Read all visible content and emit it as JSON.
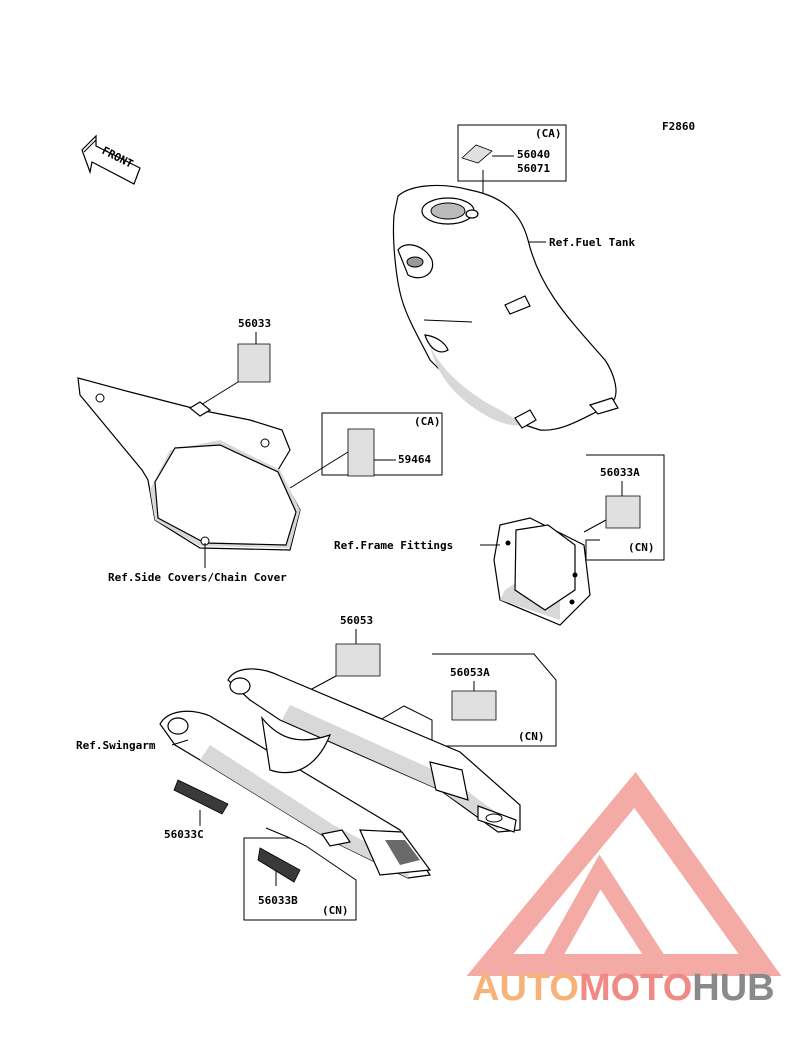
{
  "diagram": {
    "code": "F2860",
    "front_arrow": "FRONT",
    "labels": {
      "ca_fuel": "(CA)",
      "p56040": "56040",
      "p56071": "56071",
      "ref_fuel_tank": "Ref.Fuel Tank",
      "p56033": "56033",
      "ca_side": "(CA)",
      "p59464": "59464",
      "p56033A": "56033A",
      "cn_frame": "(CN)",
      "ref_frame": "Ref.Frame Fittings",
      "ref_side": "Ref.Side Covers/Chain Cover",
      "p56053": "56053",
      "p56053A": "56053A",
      "cn_swing": "(CN)",
      "ref_swingarm": "Ref.Swingarm",
      "p56033C": "56033C",
      "p56033B": "56033B",
      "cn_bottom": "(CN)"
    }
  },
  "watermark": {
    "part1": "AUTO",
    "part2": "MOTO",
    "part3": "HUB",
    "colors": {
      "orange": "#f7b27a",
      "red": "#f08a84",
      "grey": "#8a8a8a",
      "triangle": "#f3a29c"
    }
  }
}
